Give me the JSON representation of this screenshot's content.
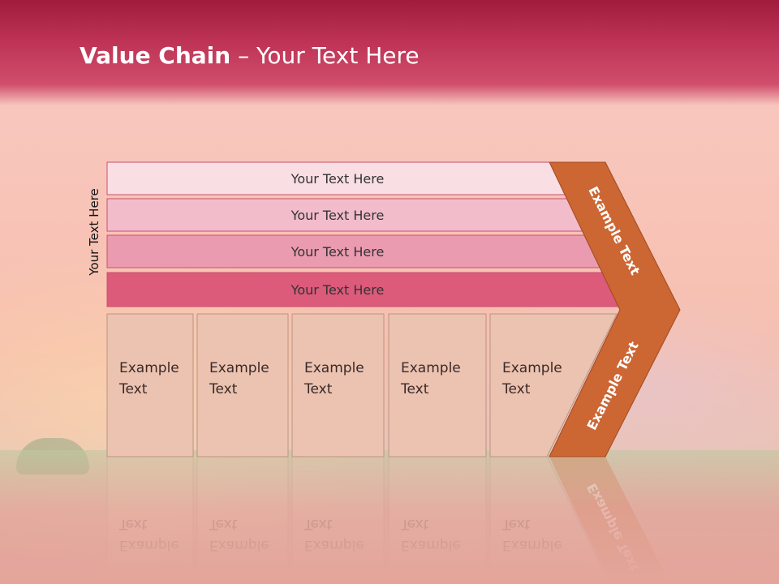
{
  "title": {
    "bold": "Value Chain",
    "rest": " – Your Text Here"
  },
  "side_label": "Your Text Here",
  "support_rows": [
    {
      "label": "Your Text Here",
      "color": "#f9dee3"
    },
    {
      "label": "Your Text Here",
      "color": "#f2bccb"
    },
    {
      "label": "Your Text Here",
      "color": "#eb9bb0"
    },
    {
      "label": "Your Text Here",
      "color": "#dc5a7a"
    }
  ],
  "primary_activities": [
    {
      "line1": "Example",
      "line2": "Text"
    },
    {
      "line1": "Example",
      "line2": "Text"
    },
    {
      "line1": "Example",
      "line2": "Text"
    },
    {
      "line1": "Example",
      "line2": "Text"
    },
    {
      "line1": "Example",
      "line2": "Text"
    }
  ],
  "chevron": {
    "upper": "Example Text",
    "lower": "Example Text",
    "color": "#cc6633"
  },
  "box_color": "#ecc3b0"
}
